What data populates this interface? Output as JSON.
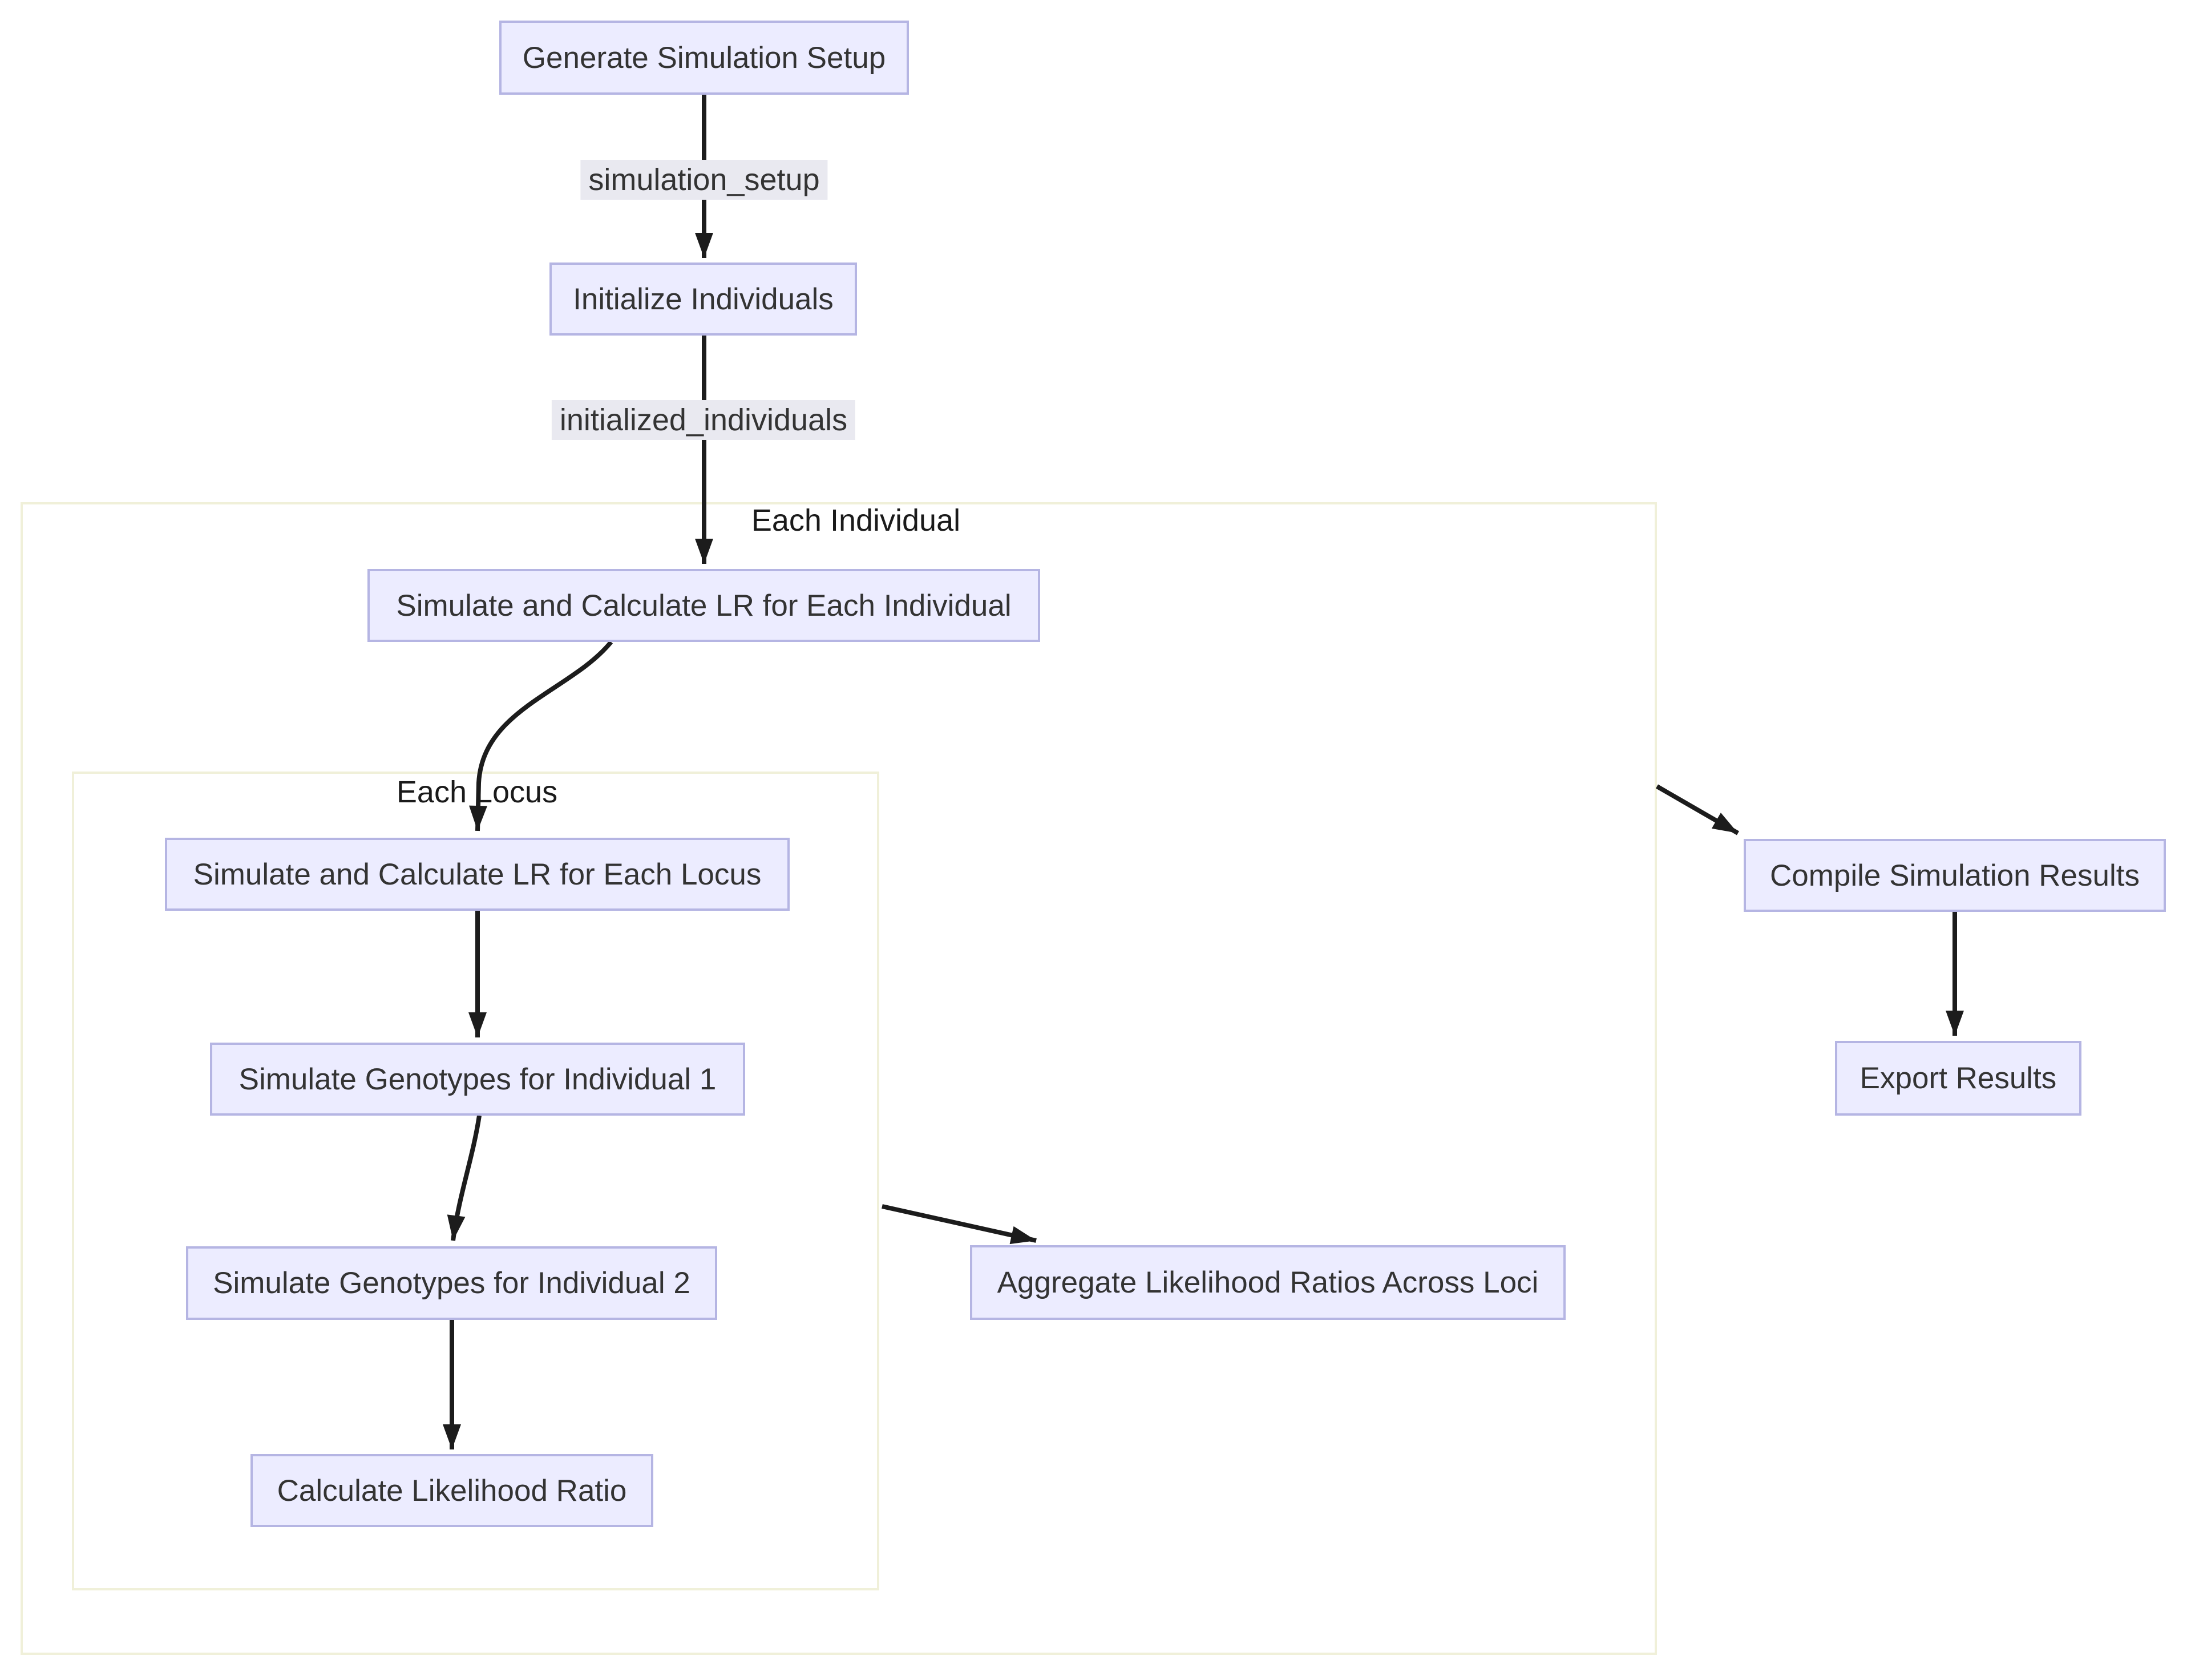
{
  "diagram": {
    "type": "flowchart",
    "direction": "top-down",
    "nodes": [
      {
        "id": "generate_simulation_setup",
        "label": "Generate Simulation Setup"
      },
      {
        "id": "initialize_individuals",
        "label": "Initialize Individuals"
      },
      {
        "id": "simulate_lr_each_individual",
        "label": "Simulate and Calculate LR for Each Individual"
      },
      {
        "id": "simulate_lr_each_locus",
        "label": "Simulate and Calculate LR for Each Locus"
      },
      {
        "id": "simulate_genotypes_individual_1",
        "label": "Simulate Genotypes for Individual 1"
      },
      {
        "id": "simulate_genotypes_individual_2",
        "label": "Simulate Genotypes for Individual 2"
      },
      {
        "id": "calculate_likelihood_ratio",
        "label": "Calculate Likelihood Ratio"
      },
      {
        "id": "aggregate_lr_across_loci",
        "label": "Aggregate Likelihood Ratios Across Loci"
      },
      {
        "id": "compile_simulation_results",
        "label": "Compile Simulation Results"
      },
      {
        "id": "export_results",
        "label": "Export Results"
      }
    ],
    "subgraphs": [
      {
        "id": "each_individual",
        "label": "Each Individual"
      },
      {
        "id": "each_locus",
        "label": "Each Locus"
      }
    ],
    "edges": [
      {
        "from": "generate_simulation_setup",
        "to": "initialize_individuals",
        "label": "simulation_setup"
      },
      {
        "from": "initialize_individuals",
        "to": "simulate_lr_each_individual",
        "label": "initialized_individuals"
      },
      {
        "from": "simulate_lr_each_individual",
        "to": "simulate_lr_each_locus",
        "label": ""
      },
      {
        "from": "simulate_lr_each_locus",
        "to": "simulate_genotypes_individual_1",
        "label": ""
      },
      {
        "from": "simulate_genotypes_individual_1",
        "to": "simulate_genotypes_individual_2",
        "label": ""
      },
      {
        "from": "simulate_genotypes_individual_2",
        "to": "calculate_likelihood_ratio",
        "label": ""
      },
      {
        "from": "each_locus",
        "to": "aggregate_lr_across_loci",
        "label": ""
      },
      {
        "from": "each_individual",
        "to": "compile_simulation_results",
        "label": ""
      },
      {
        "from": "compile_simulation_results",
        "to": "export_results",
        "label": ""
      }
    ],
    "colors": {
      "node_fill": "#ECECFF",
      "node_border": "#B5B5E3",
      "node_text": "#333333",
      "edge_stroke": "#1C1C1C",
      "edge_label_bg": "#E9E9F0",
      "cluster_border": "#F0F0D9",
      "background": "#FFFFFF"
    }
  }
}
